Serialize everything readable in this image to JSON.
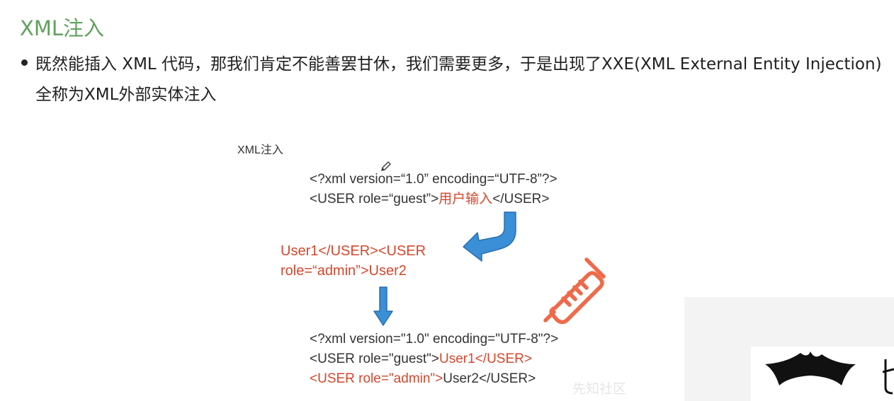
{
  "slide": {
    "title": "XML注入",
    "bullet": "既然能插入 XML 代码，那我们肯定不能善罢甘休，我们需要更多，于是出现了XXE(XML External Entity Injection)全称为XML外部实体注入",
    "title_color": "#5fa25a"
  },
  "diagram": {
    "label": "XML注入",
    "template": {
      "line1": "<?xml version=“1.0”  encoding=“UTF-8”?>",
      "line2_prefix": "<USER role=“guest”>",
      "line2_input": "用户输入",
      "line2_suffix": "</USER>"
    },
    "payload": {
      "line1": "User1</USER><USER",
      "line2": "role=“admin”>User2"
    },
    "result": {
      "line1": "<?xml version=\"1.0\"  encoding=\"UTF-8\"?>",
      "line2_prefix": "<USER role=\"guest\">",
      "line2_red": "User1</USER>",
      "line3_red": "<USER role=\"admin\">",
      "line3_suffix": "User2</USER>"
    },
    "colors": {
      "highlight": "#d5472c",
      "arrow": "#3a8fd6",
      "thermometer": "#ef6a4a"
    },
    "icons": [
      "pencil-cursor-icon",
      "curved-arrow-icon",
      "down-arrow-icon",
      "thermometer-icon"
    ]
  },
  "watermark": "先知社区"
}
